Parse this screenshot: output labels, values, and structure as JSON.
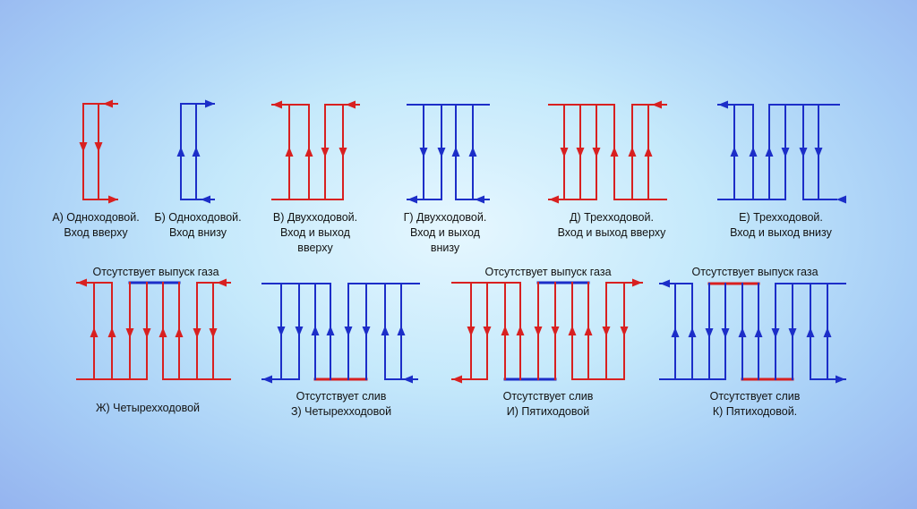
{
  "colors": {
    "hot": "#d82020",
    "cold": "#1c2ec8",
    "background": "#c5e9fb",
    "text": "#121212"
  },
  "schemes": [
    {
      "id": "A",
      "caption": [
        "А) Одноходовой.",
        "Вход вверху"
      ]
    },
    {
      "id": "B",
      "caption": [
        "Б) Одноходовой.",
        "Вход внизу"
      ]
    },
    {
      "id": "V",
      "caption": [
        "В) Двухходовой.",
        "Вход и выход",
        "вверху"
      ]
    },
    {
      "id": "G",
      "caption": [
        "Г) Двухходовой.",
        "Вход и выход",
        "внизу"
      ]
    },
    {
      "id": "D",
      "caption": [
        "Д) Трехходовой.",
        "Вход и выход вверху"
      ]
    },
    {
      "id": "E",
      "caption": [
        "Е) Трехходовой.",
        "Вход и выход внизу"
      ]
    },
    {
      "id": "ZH",
      "caption": [
        "Ж) Четырехходовой"
      ],
      "note_top": "Отсутствует выпуск газа"
    },
    {
      "id": "Z",
      "caption": [
        "Отсутствует слив",
        "З) Четырехходовой"
      ]
    },
    {
      "id": "I",
      "caption": [
        "Отсутствует слив",
        "И) Пятиходовой"
      ],
      "note_top": "Отсутствует выпуск газа"
    },
    {
      "id": "K",
      "caption": [
        "Отсутствует слив",
        "К) Пятиходовой."
      ],
      "note_top": "Отсутствует выпуск газа"
    }
  ]
}
